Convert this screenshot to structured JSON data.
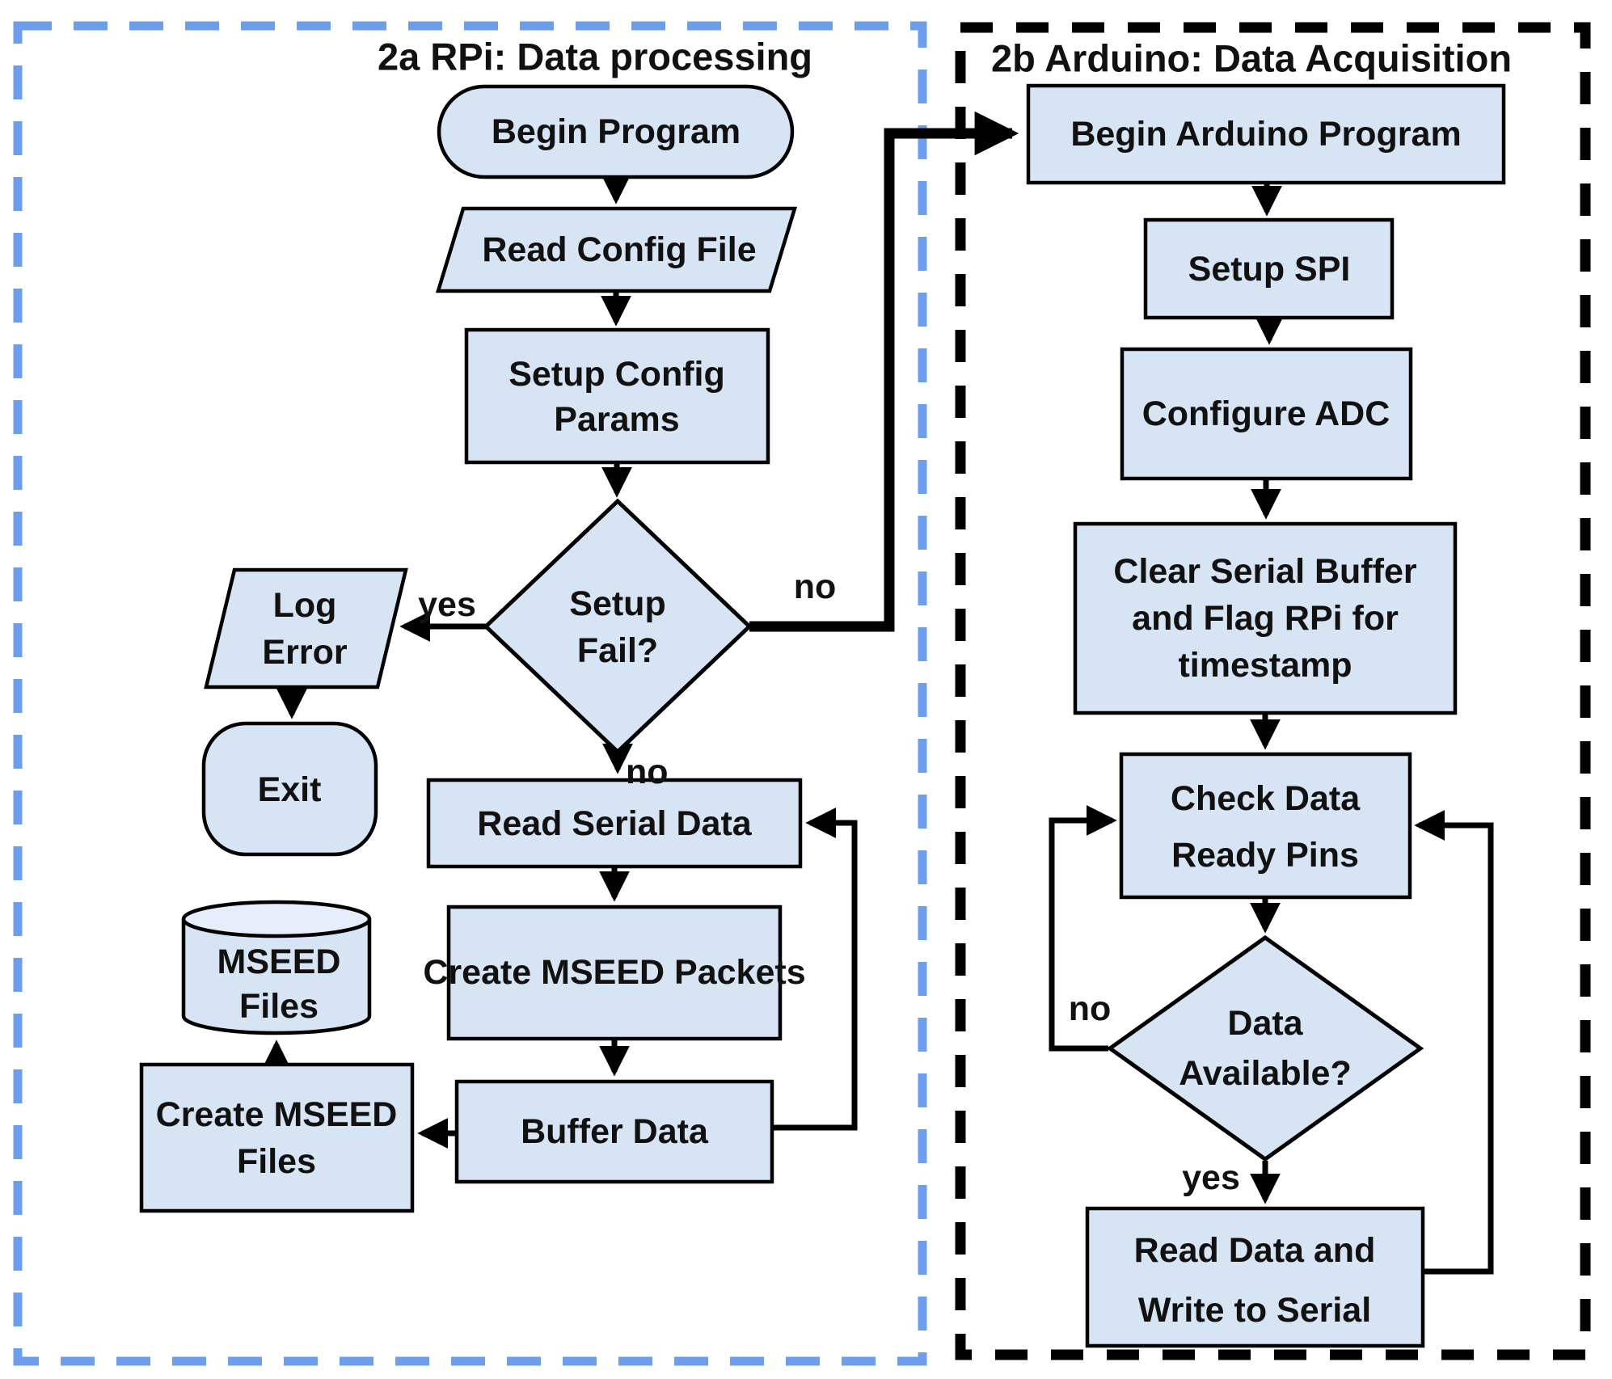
{
  "panels": {
    "rpi": {
      "title": "2a RPi: Data processing"
    },
    "arduino": {
      "title": "2b Arduino: Data Acquisition"
    }
  },
  "nodes": {
    "begin_program": {
      "label": "Begin Program",
      "shape": "stadium"
    },
    "read_config": {
      "label": "Read Config File",
      "shape": "parallelogram"
    },
    "setup_config": {
      "lines": [
        "Setup Config",
        "Params"
      ],
      "shape": "rect"
    },
    "setup_fail": {
      "lines": [
        "Setup",
        "Fail?"
      ],
      "shape": "diamond"
    },
    "log_error": {
      "lines": [
        "Log",
        "Error"
      ],
      "shape": "parallelogram"
    },
    "exit": {
      "label": "Exit",
      "shape": "terminator"
    },
    "read_serial": {
      "label": "Read Serial Data",
      "shape": "rect"
    },
    "create_packets": {
      "label": "Create MSEED Packets",
      "shape": "rect"
    },
    "buffer_data": {
      "label": "Buffer Data",
      "shape": "rect"
    },
    "create_files": {
      "lines": [
        "Create MSEED",
        "Files"
      ],
      "shape": "rect"
    },
    "mseed_files": {
      "lines": [
        "MSEED",
        "Files"
      ],
      "shape": "cylinder"
    },
    "begin_arduino": {
      "label": "Begin Arduino Program",
      "shape": "rect"
    },
    "setup_spi": {
      "label": "Setup SPI",
      "shape": "rect"
    },
    "configure_adc": {
      "label": "Configure ADC",
      "shape": "rect"
    },
    "clear_serial": {
      "lines": [
        "Clear Serial Buffer",
        "and Flag RPi for",
        "timestamp"
      ],
      "shape": "rect"
    },
    "check_pins": {
      "lines": [
        "Check Data",
        "Ready Pins"
      ],
      "shape": "rect"
    },
    "data_available": {
      "lines": [
        "Data",
        "Available?"
      ],
      "shape": "diamond"
    },
    "read_write": {
      "lines": [
        "Read Data and",
        "Write to Serial"
      ],
      "shape": "rect"
    }
  },
  "edge_labels": {
    "setup_fail_yes": "yes",
    "setup_fail_no_down": "no",
    "setup_fail_no_branch": "no",
    "data_available_no": "no",
    "data_available_yes": "yes"
  },
  "colors": {
    "background": "#ffffff",
    "node_fill": "#d7e4f4",
    "node_stroke": "#000000",
    "cylinder_top_fill": "#e5eefa",
    "rpi_border": "#6d9eeb",
    "arduino_border": "#000000",
    "edge_color": "#000000",
    "text_color": "#111111"
  }
}
